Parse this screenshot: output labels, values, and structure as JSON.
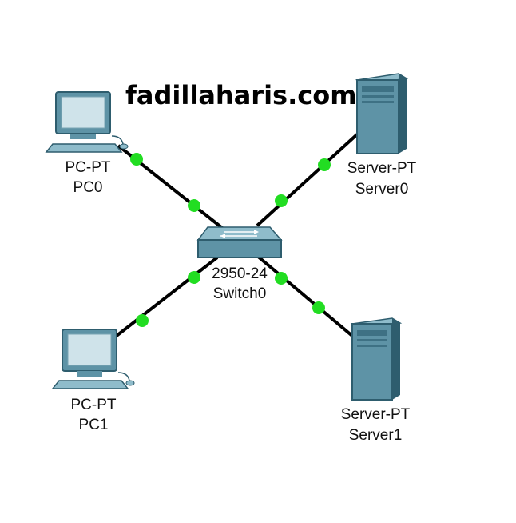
{
  "watermark": "fadillaharis.com",
  "colors": {
    "link": "#000000",
    "link_status": "#22dd22",
    "device_body": "#5e93a6",
    "device_dark": "#2e5d6e",
    "device_light": "#8fbccb"
  },
  "devices": [
    {
      "id": "pc0",
      "icon": "pc-icon",
      "model": "PC-PT",
      "name": "PC0"
    },
    {
      "id": "pc1",
      "icon": "pc-icon",
      "model": "PC-PT",
      "name": "PC1"
    },
    {
      "id": "server0",
      "icon": "server-icon",
      "model": "Server-PT",
      "name": "Server0"
    },
    {
      "id": "server1",
      "icon": "server-icon",
      "model": "Server-PT",
      "name": "Server1"
    },
    {
      "id": "switch0",
      "icon": "switch-icon",
      "model": "2950-24",
      "name": "Switch0"
    }
  ],
  "links": [
    {
      "from": "pc0",
      "to": "switch0",
      "status": "up"
    },
    {
      "from": "server0",
      "to": "switch0",
      "status": "up"
    },
    {
      "from": "pc1",
      "to": "switch0",
      "status": "up"
    },
    {
      "from": "server1",
      "to": "switch0",
      "status": "up"
    }
  ]
}
